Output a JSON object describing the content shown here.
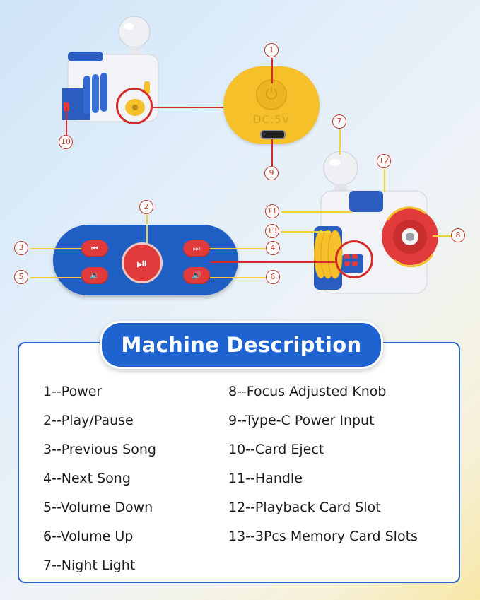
{
  "callouts": {
    "n1": "1",
    "n2": "2",
    "n3": "3",
    "n4": "4",
    "n5": "5",
    "n6": "6",
    "n7": "7",
    "n8": "8",
    "n9": "9",
    "n10": "10",
    "n11": "11",
    "n12": "12",
    "n13": "13"
  },
  "power_port": {
    "label": "DC:5V"
  },
  "remote": {
    "prev_icon": "⏮",
    "next_icon": "⏭",
    "play_icon": "⏯",
    "vol_down_icon": "🔉",
    "vol_up_icon": "🔊"
  },
  "description": {
    "title": "Machine Description",
    "left_items": [
      "1--Power",
      "2--Play/Pause",
      "3--Previous Song",
      "4--Next Song",
      "5--Volume Down",
      "6--Volume Up",
      "7--Night Light"
    ],
    "right_items": [
      "8--Focus Adjusted Knob",
      "9--Type-C Power Input",
      "10--Card Eject",
      "11--Handle",
      "12--Playback Card Slot",
      "13--3Pcs Memory Card Slots"
    ]
  },
  "colors": {
    "brand_blue": "#1e63d0",
    "button_red": "#e03a3a",
    "callout_red": "#c0392b",
    "power_yellow": "#f5c02a"
  }
}
